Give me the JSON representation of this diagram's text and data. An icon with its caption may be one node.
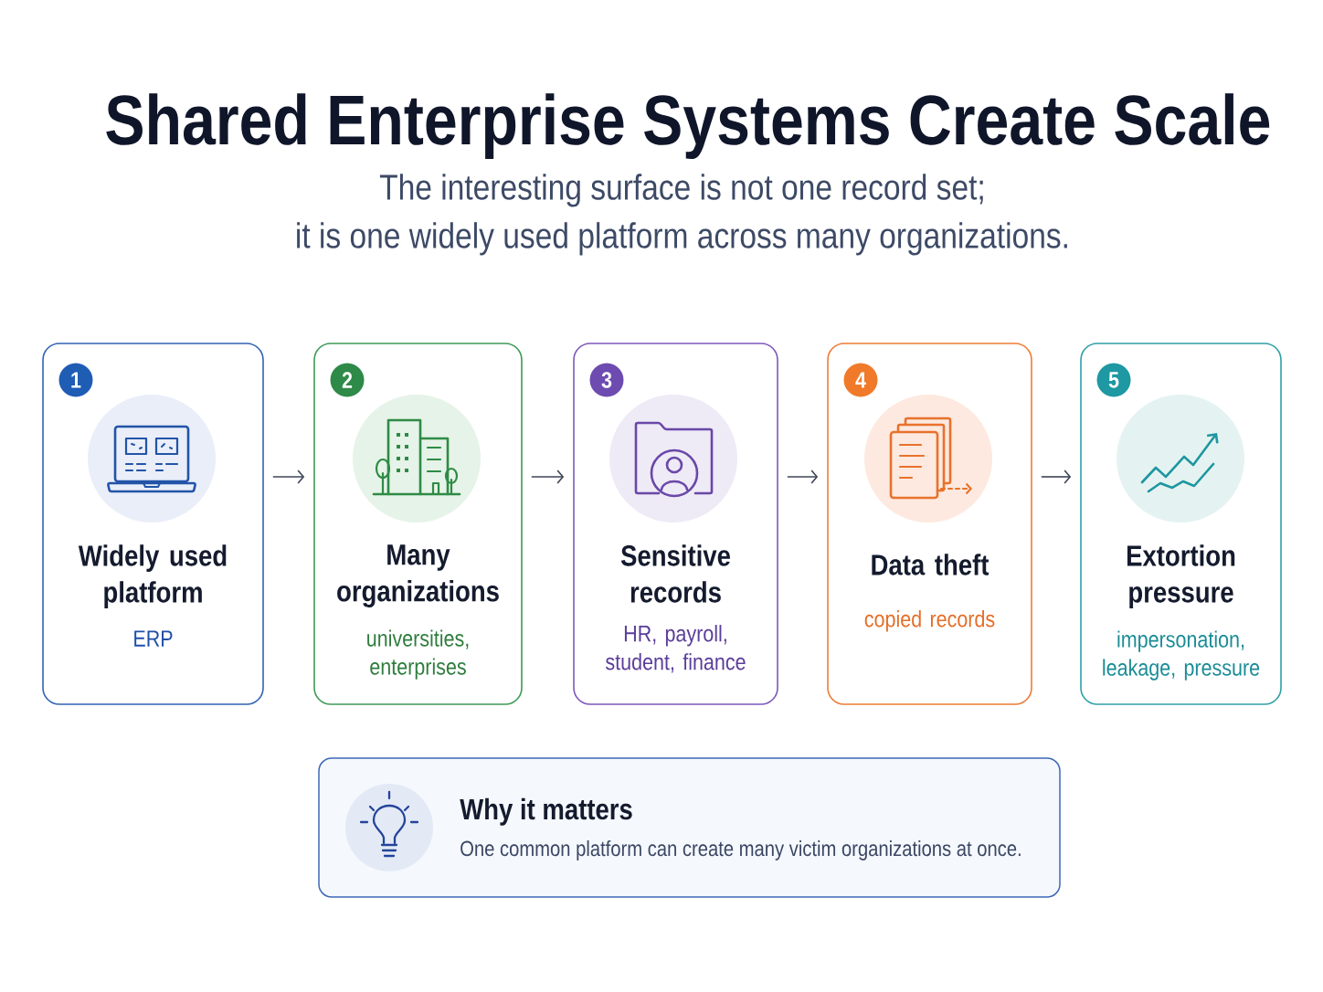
{
  "diagram": {
    "title": "Shared Enterprise Systems Create Scale",
    "nodes": [
      {
        "text": [
          "Widely used platform",
          "ERP"
        ]
      },
      {
        "text": [
          "1"
        ],
        "in": 0
      },
      {
        "text": [
          "Many organizations",
          "universities, enterprises"
        ]
      },
      {
        "text": [
          "2"
        ],
        "in": 2
      },
      {
        "text": [
          "Sensitive records",
          "HR, payroll, student, finance"
        ]
      },
      {
        "text": [
          "3"
        ],
        "in": 4
      },
      {
        "text": [
          "Data theft",
          "copied records"
        ]
      },
      {
        "text": [
          "4"
        ],
        "in": 6
      },
      {
        "text": [
          "Extortion pressure",
          "impersonation, leakage, pressure"
        ]
      },
      {
        "text": [
          "5"
        ],
        "in": 8
      },
      {
        "text": [
          "Why it matters",
          "One common platform can create many victim organizations at once."
        ]
      }
    ],
    "edges": [
      {
        "from": 0,
        "to": 2,
        "arrow": "to"
      },
      {
        "from": 2,
        "to": 4,
        "arrow": "to"
      },
      {
        "from": 4,
        "to": 6,
        "arrow": "to"
      },
      {
        "from": 6,
        "to": 8,
        "arrow": "to"
      }
    ],
    "labels": [
      "The interesting surface is not one record set; it is one widely used platform across many organizations."
    ]
  }
}
